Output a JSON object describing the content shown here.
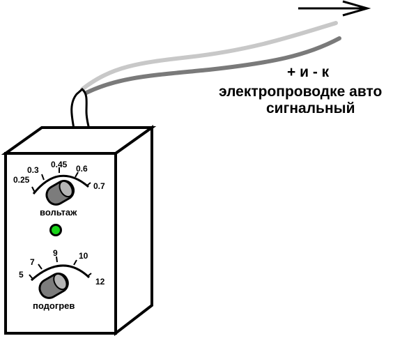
{
  "note": {
    "line1": "+ и - к",
    "line2": "электропроводке авто",
    "line3": "сигнальный"
  },
  "voltage_dial": {
    "ticks": [
      "0.25",
      "0.3",
      "0.45",
      "0.6",
      "0.7"
    ],
    "label": "вольтаж"
  },
  "heat_dial": {
    "ticks": [
      "5",
      "7",
      "9",
      "10",
      "12"
    ],
    "label": "подогрев"
  },
  "indicator_color": "#18d418",
  "wire_colors": {
    "light": "#c8c8c8",
    "dark": "#7a7a7a"
  }
}
